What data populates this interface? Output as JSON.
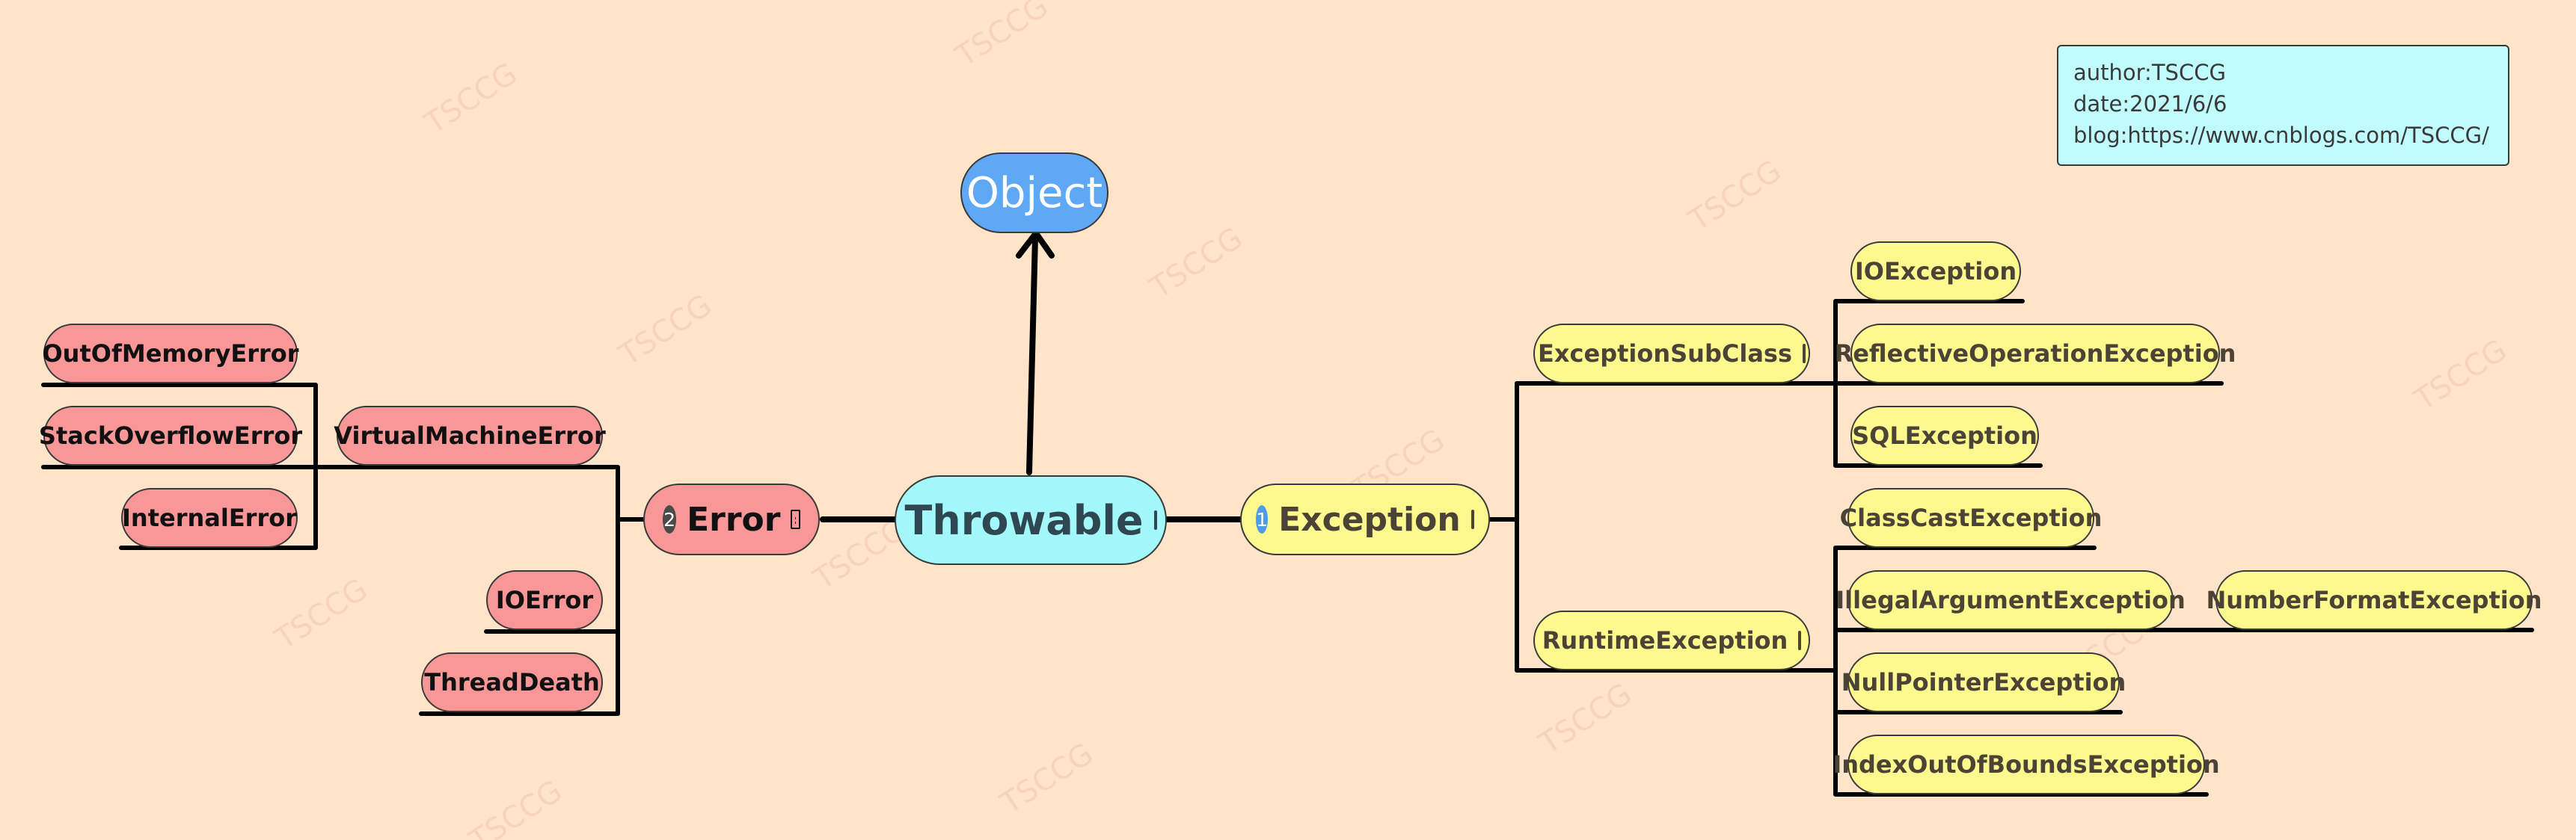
{
  "watermark": "TSCCG",
  "info": {
    "author": "author:TSCCG",
    "date": "date:2021/6/6",
    "blog": "blog:https://www.cnblogs.com/TSCCG/"
  },
  "nodes": {
    "object": "Object",
    "throwable": "Throwable",
    "error": "Error",
    "error_badge": "2",
    "exception": "Exception",
    "exception_badge": "1",
    "virtual_machine_error": "VirtualMachineError",
    "out_of_memory_error": "OutOfMemoryError",
    "stack_overflow_error": "StackOverflowError",
    "internal_error": "InternalError",
    "io_error": "IOError",
    "thread_death": "ThreadDeath",
    "exception_subclass": "ExceptionSubClass",
    "io_exception": "IOException",
    "reflective_operation_exception": "ReflectiveOperationException",
    "sql_exception": "SQLException",
    "runtime_exception": "RuntimeException",
    "class_cast_exception": "ClassCastException",
    "illegal_argument_exception": "IllegalArgumentException",
    "number_format_exception": "NumberFormatException",
    "null_pointer_exception": "NullPointerException",
    "index_out_of_bounds_exception": "IndexOutOfBoundsException"
  },
  "colors": {
    "background": "#FFE4CA",
    "error_branch": "#F79797",
    "exception_branch": "#FEF98F",
    "throwable": "#A2F8FB",
    "object": "#5FA8F6",
    "info_box": "#C0FCFD",
    "line": "#000000"
  }
}
